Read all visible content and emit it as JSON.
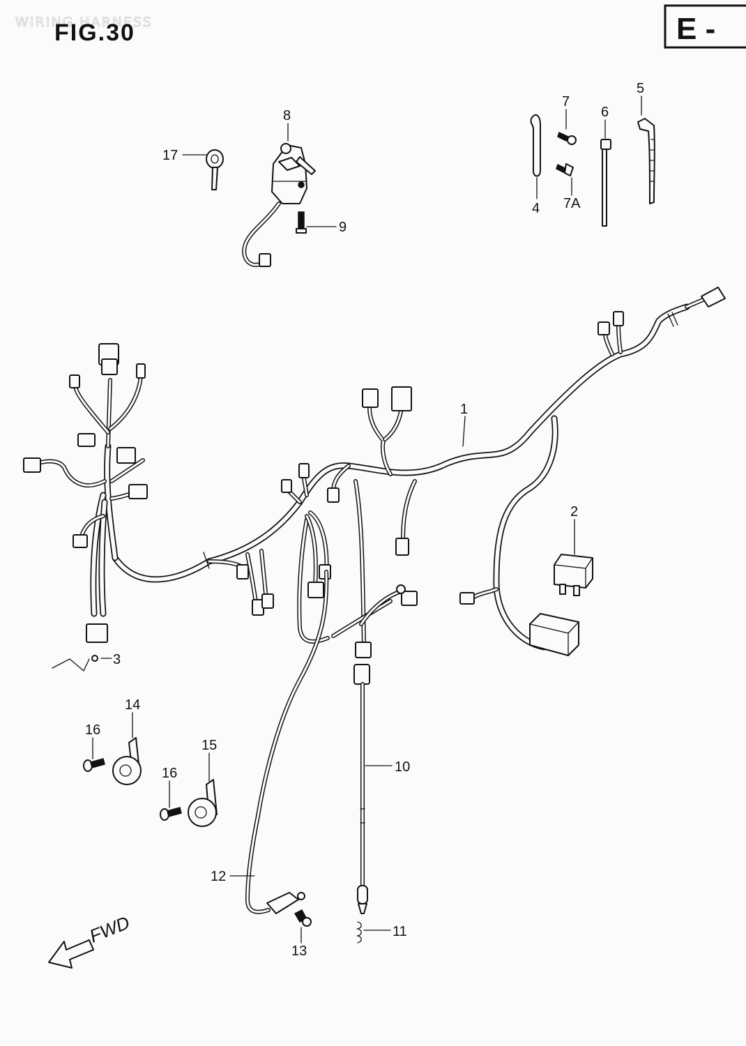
{
  "header": {
    "figure_label": "FIG.30",
    "section_badge": "E -",
    "watermark": "WIRING HARNESS"
  },
  "direction": {
    "label": "FWD"
  },
  "callouts": [
    "1",
    "2",
    "3",
    "4",
    "5",
    "6",
    "7",
    "7A",
    "8",
    "9",
    "10",
    "11",
    "12",
    "13",
    "14",
    "15",
    "16",
    "16",
    "17"
  ]
}
